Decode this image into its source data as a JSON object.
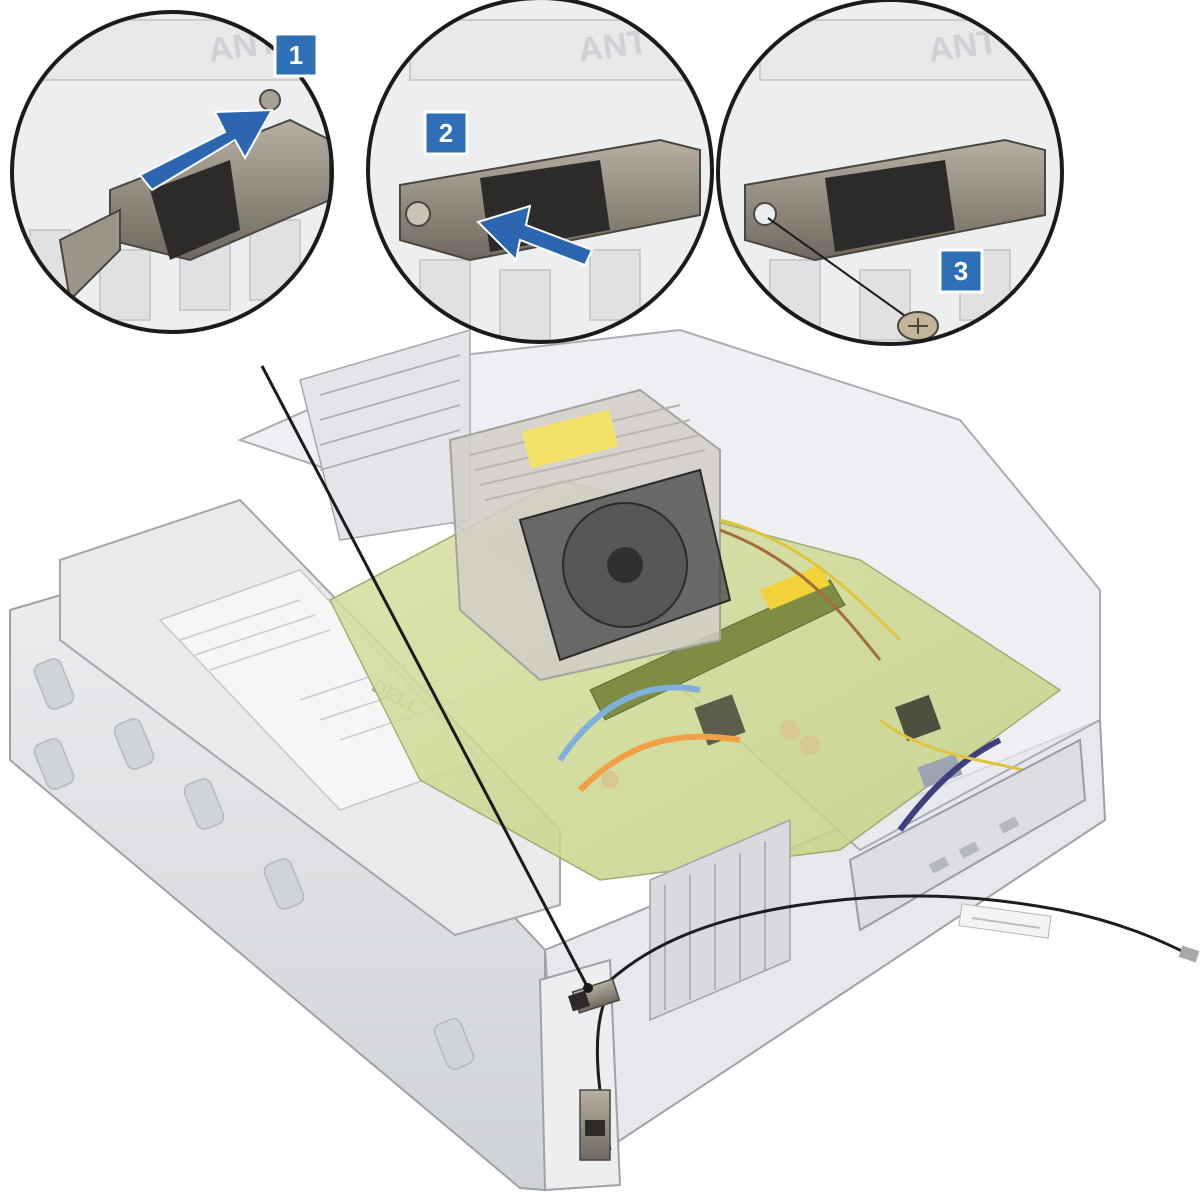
{
  "diagram": {
    "colors": {
      "callout_blue": "#2f6fb5",
      "arrow_blue": "#2c66b0",
      "chassis": "#e3e5e8",
      "chassis_dark": "#b9bcc1",
      "board": "#cfd98f",
      "bracket_metal": "#8e877c",
      "bracket_dark": "#2d2b29"
    },
    "chassis_label": "DELL",
    "zoom_callouts": [
      {
        "step": "1",
        "action": "slide-bracket-arrow",
        "ant_text": "ANT"
      },
      {
        "step": "2",
        "action": "press-bracket-arrow",
        "ant_text": "ANT"
      },
      {
        "step": "3",
        "action": "remove-screw",
        "ant_text": "ANT"
      }
    ]
  }
}
